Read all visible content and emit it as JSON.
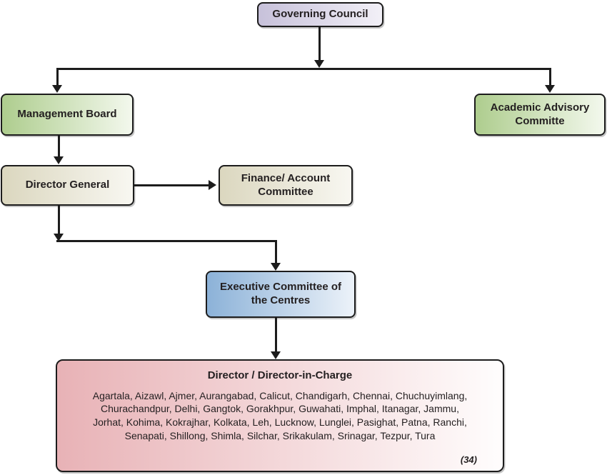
{
  "nodes": {
    "governing_council": {
      "label": "Governing Council"
    },
    "management_board": {
      "label": "Management Board"
    },
    "academic_advisory": {
      "label": "Academic Advisory Committe"
    },
    "director_general": {
      "label": "Director General"
    },
    "finance_account": {
      "label": "Finance/ Account Committee"
    },
    "executive_committee": {
      "label": "Executive Committee of the Centres"
    },
    "director_in_charge": {
      "title": "Director / Director-in-Charge",
      "centres": "Agartala, Aizawl, Ajmer, Aurangabad, Calicut, Chandigarh, Chennai, Chuchuyimlang, Churachandpur, Delhi, Gangtok, Gorakhpur, Guwahati, Imphal, Itanagar, Jammu, Jorhat, Kohima, Kokrajhar, Kolkata, Leh, Lucknow, Lunglei, Pasighat, Patna, Ranchi, Senapati, Shillong, Shimla, Silchar, Srikakulam, Srinagar, Tezpur, Tura",
      "count": "(34)"
    }
  },
  "edges": [
    {
      "from": "governing_council",
      "to": "management_board"
    },
    {
      "from": "governing_council",
      "to": "academic_advisory"
    },
    {
      "from": "management_board",
      "to": "director_general"
    },
    {
      "from": "director_general",
      "to": "finance_account"
    },
    {
      "from": "director_general",
      "to": "executive_committee"
    },
    {
      "from": "executive_committee",
      "to": "director_in_charge"
    }
  ],
  "colors": {
    "lavender": "#c7c1da",
    "green": "#aecd8e",
    "tan": "#dbd7bf",
    "blue": "#8cb2d8",
    "pink": "#e8b2b6",
    "line": "#1c1c1c"
  }
}
